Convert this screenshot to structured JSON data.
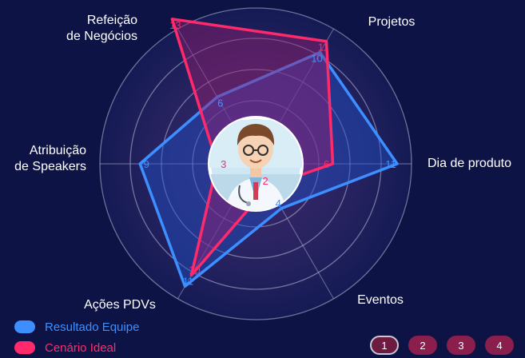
{
  "chart_data": {
    "type": "radar",
    "axes": [
      "Projetos",
      "Dia de produto",
      "Eventos",
      "Ações PDVs",
      "Atribuição de Speakers",
      "Refeição de Negócios"
    ],
    "axis_labels_display": [
      [
        "Projetos"
      ],
      [
        "Dia de produto"
      ],
      [
        "Eventos"
      ],
      [
        "Ações PDVs"
      ],
      [
        "Atribuição",
        "de Speakers"
      ],
      [
        "Refeição",
        "de Negócios"
      ]
    ],
    "rmax": 11,
    "series": [
      {
        "name": "Resultado Equipe",
        "color": "#3d8fff",
        "values": [
          10,
          11,
          4,
          11,
          9,
          6
        ]
      },
      {
        "name": "Cenário Ideal",
        "color": "#ff2a6b",
        "values": [
          11,
          6,
          2,
          10,
          3,
          13
        ]
      }
    ]
  },
  "legend": {
    "items": [
      {
        "label": "Resultado Equipe",
        "color": "#3d8fff"
      },
      {
        "label": "Cenário Ideal",
        "color": "#ff2a6b"
      }
    ]
  },
  "pager": {
    "pages": [
      "1",
      "2",
      "3",
      "4"
    ],
    "active": "1"
  },
  "center_image": {
    "icon": "doctor-avatar-icon"
  }
}
